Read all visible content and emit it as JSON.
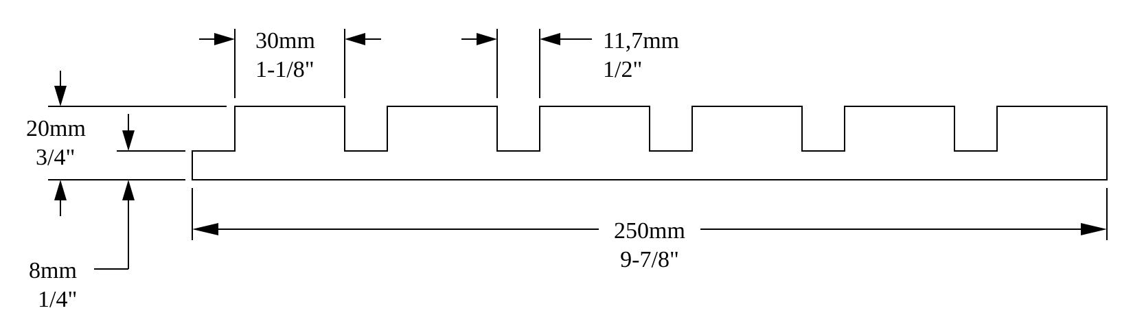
{
  "dimensions": {
    "tooth_width": {
      "metric": "30mm",
      "imperial": "1-1/8\""
    },
    "groove_width": {
      "metric": "11,7mm",
      "imperial": "1/2\""
    },
    "total_thickness": {
      "metric": "20mm",
      "imperial": "3/4\""
    },
    "base_thickness": {
      "metric": "8mm",
      "imperial": "1/4\""
    },
    "overall_width": {
      "metric": "250mm",
      "imperial": "9-7/8\""
    }
  },
  "colors": {
    "ink": "#000000",
    "background": "#ffffff"
  }
}
